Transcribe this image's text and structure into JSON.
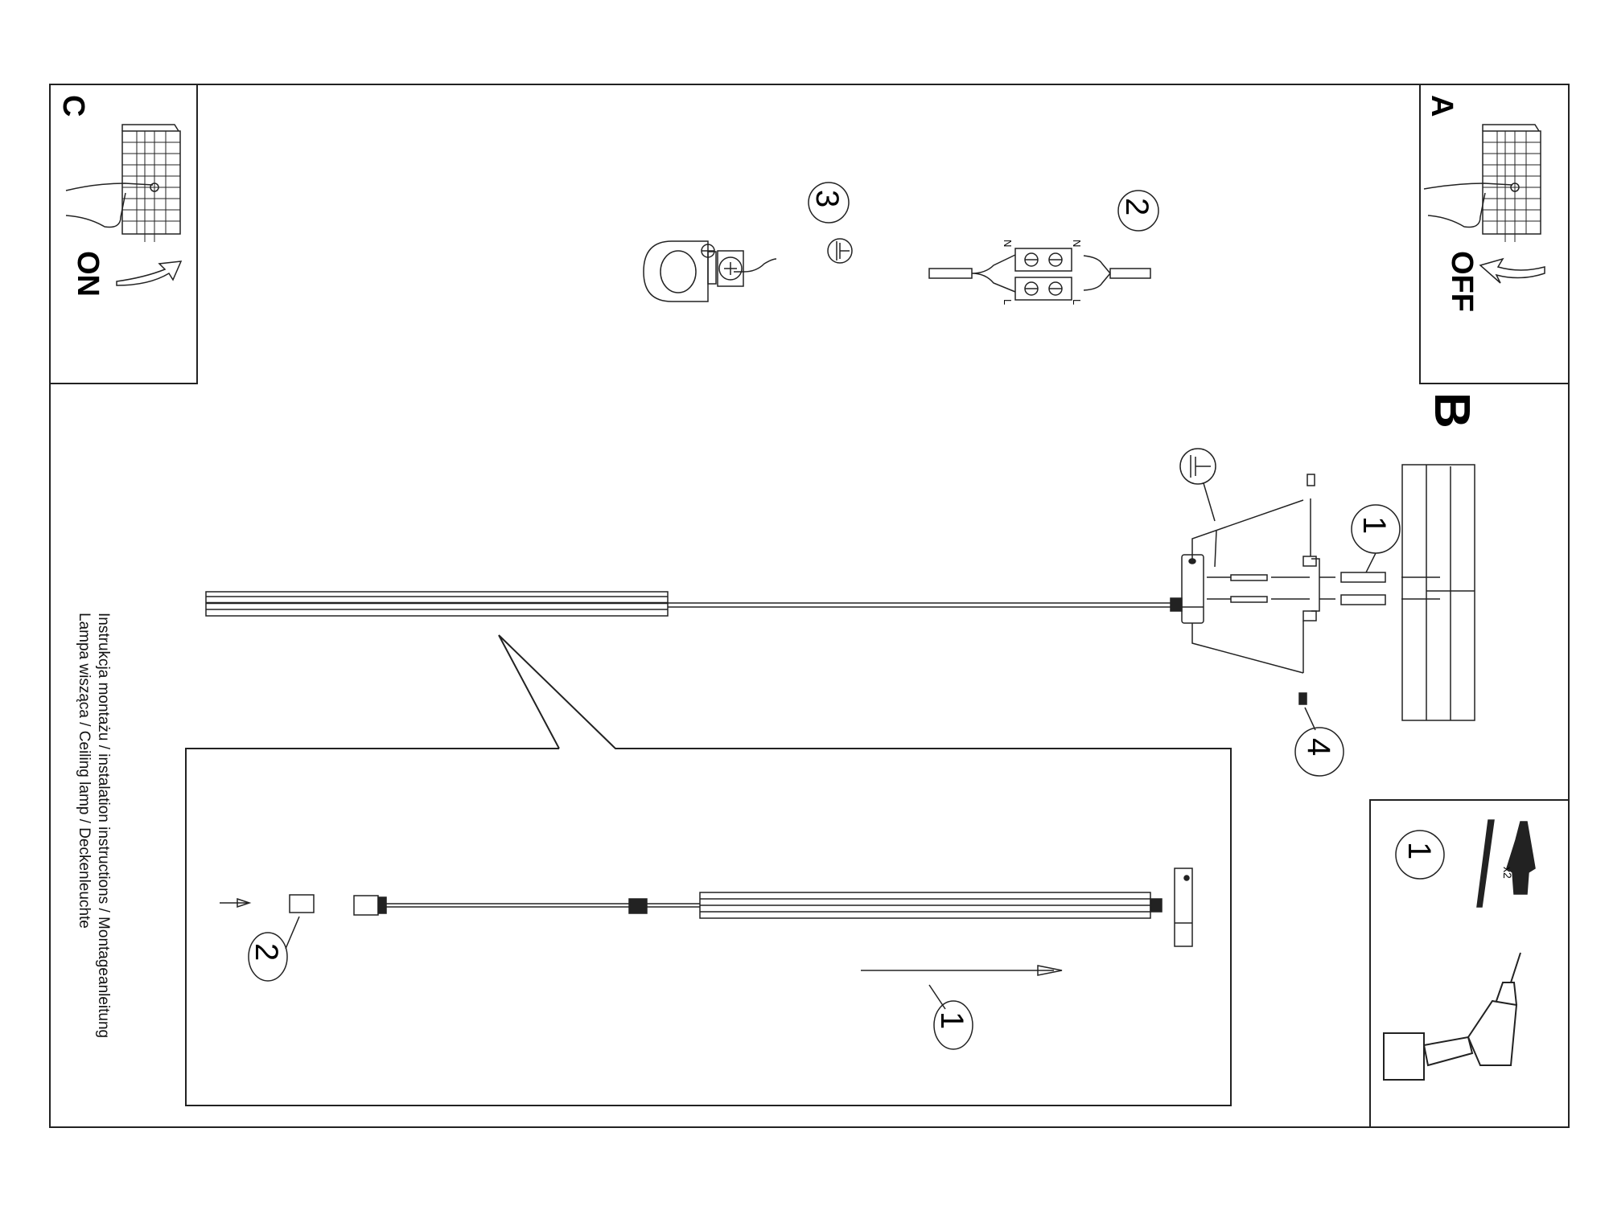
{
  "document": {
    "caption_line_1": "Instrukcja montażu / instalation instructions / Montageanleitung",
    "caption_line_2": "Lampa wisząca / Ceiling lamp / Deckenleuchte"
  },
  "panels": {
    "a": {
      "letter": "A",
      "state_label": "OFF"
    },
    "b": {
      "letter": "B"
    },
    "c": {
      "letter": "C",
      "state_label": "ON"
    }
  },
  "wiring": {
    "step_2": "2",
    "step_3": "3",
    "terminal_labels": {
      "neutral_left": "N",
      "neutral_right": "N",
      "live_left": "L",
      "live_right": "L"
    },
    "ground_symbol": "ground-icon"
  },
  "mounting": {
    "step_1": "1",
    "step_4": "4",
    "ground_symbol": "ground-icon"
  },
  "parts_panel": {
    "step_1": "1",
    "quantity": "x2"
  },
  "inset": {
    "step_1": "1",
    "step_2": "2"
  },
  "colors": {
    "line": "#222222",
    "background": "#ffffff"
  }
}
